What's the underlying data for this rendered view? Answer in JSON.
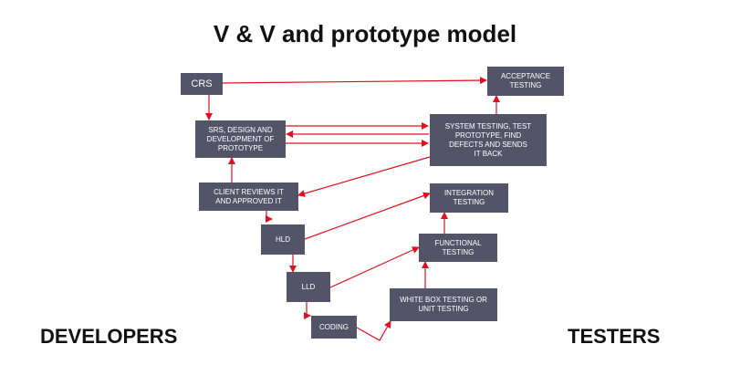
{
  "diagram": {
    "title": "V & V and prototype model",
    "left_label": "DEVELOPERS",
    "right_label": "TESTERS",
    "nodes": {
      "crs": "CRS",
      "srs": "SRS, DESIGN AND\nDEVELOPMENT OF\nPROTOTYPE",
      "client": "CLIENT REVIEWS IT\nAND APPROVED IT",
      "hld": "HLD",
      "lld": "LLD",
      "coding": "CODING",
      "wbt": "WHITE BOX TESTING OR\nUNIT TESTING",
      "functional": "FUNCTIONAL\nTESTING",
      "integration": "INTEGRATION\nTESTING",
      "system": "SYSTEM TESTING, TEST\nPROTOTYPE, FIND\nDEFECTS AND SENDS\nIT BACK",
      "acceptance": "ACCEPTANCE\nTESTING"
    }
  },
  "colors": {
    "box_fill": "#545468",
    "box_text": "#ffffff",
    "arrow": "#e0101e"
  }
}
